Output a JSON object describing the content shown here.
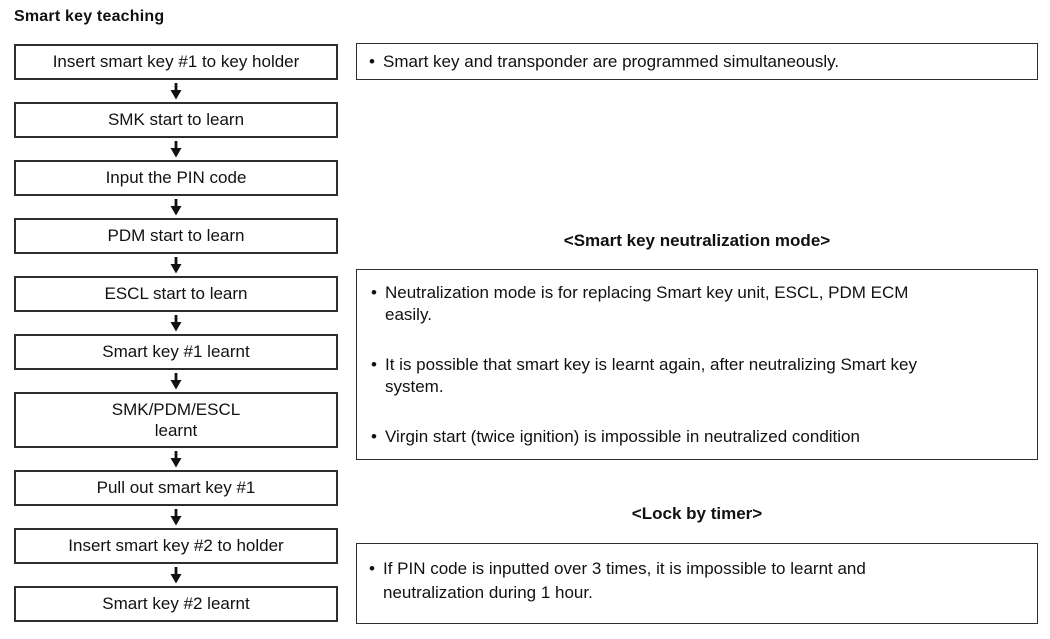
{
  "page": {
    "title": "Smart key teaching"
  },
  "chars": {
    "bullet": "•"
  },
  "flow": {
    "steps": [
      {
        "label": "Insert smart key #1 to key holder"
      },
      {
        "label": "SMK start to learn"
      },
      {
        "label": "Input the PIN code"
      },
      {
        "label": "PDM start to learn"
      },
      {
        "label": "ESCL start to learn"
      },
      {
        "label": "Smart key #1 learnt"
      },
      {
        "label": "SMK/PDM/ESCL\nlearnt"
      },
      {
        "label": "Pull out smart key #1"
      },
      {
        "label": "Insert smart key #2 to holder"
      },
      {
        "label": "Smart key #2 learnt"
      }
    ]
  },
  "notes": {
    "top_note": "Smart key and transponder are programmed simultaneously.",
    "neutralization": {
      "heading": "<Smart key neutralization mode>",
      "bullets": [
        "Neutralization mode is for replacing Smart key unit, ESCL, PDM ECM\neasily.",
        "It is possible that smart key is learnt again, after neutralizing Smart key\nsystem.",
        "Virgin start (twice ignition) is impossible in neutralized condition"
      ]
    },
    "lock_by_timer": {
      "heading": "<Lock by timer>",
      "bullets": [
        "If PIN code is inputted over 3 times, it is impossible to learnt and\nneutralization during 1 hour."
      ]
    }
  }
}
